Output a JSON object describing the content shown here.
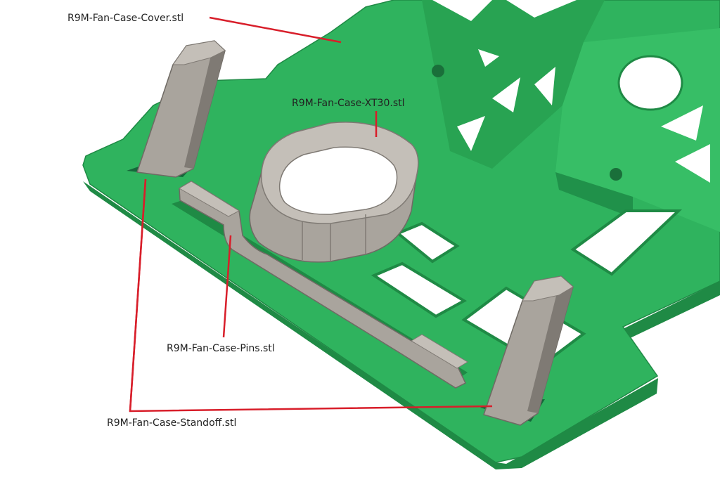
{
  "labels": {
    "cover": "R9M-Fan-Case-Cover.stl",
    "xt30": "R9M-Fan-Case-XT30.stl",
    "pins": "R9M-Fan-Case-Pins.stl",
    "standoff": "R9M-Fan-Case-Standoff.stl"
  },
  "colors": {
    "plate": "#2fb35e",
    "plate_side": "#1f8a45",
    "plate_dark": "#15673a",
    "part": "#a9a49d",
    "part_light": "#c4bfb8",
    "part_dark": "#7f7a74",
    "leader": "#d81e2a"
  }
}
